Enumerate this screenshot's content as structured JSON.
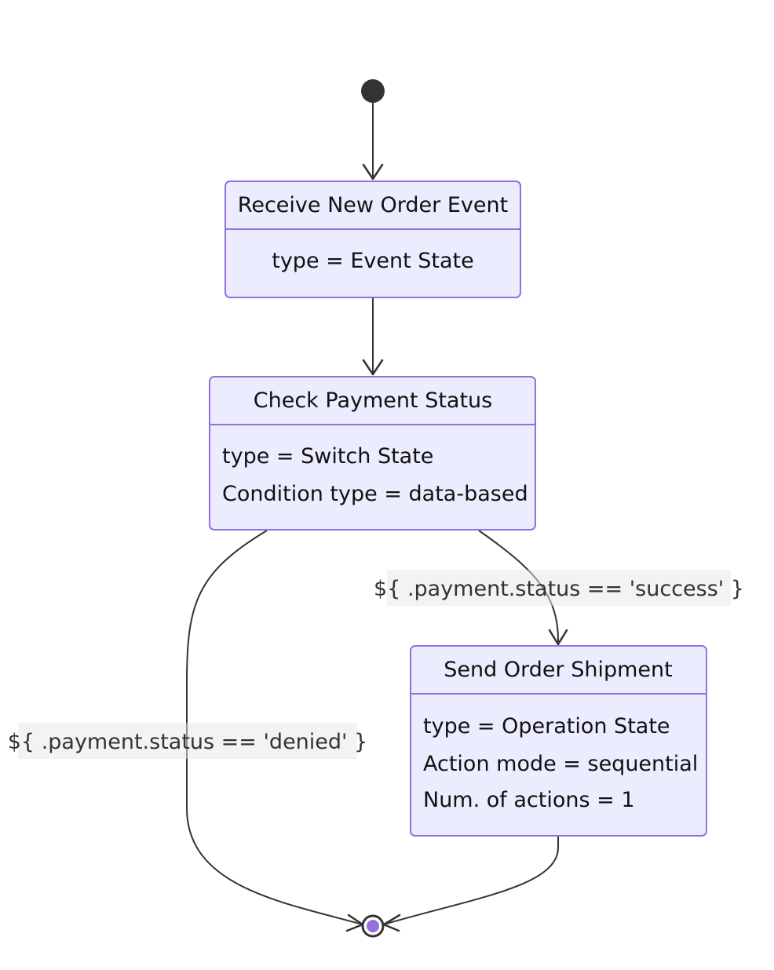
{
  "diagram": {
    "states": [
      {
        "title": "Receive New Order Event",
        "attributes": [
          "type = Event State"
        ]
      },
      {
        "title": "Check Payment Status",
        "attributes": [
          "type = Switch State",
          "Condition type = data-based"
        ]
      },
      {
        "title": "Send Order Shipment",
        "attributes": [
          "type = Operation State",
          "Action mode = sequential",
          "Num. of actions = 1"
        ]
      }
    ],
    "transitions": [
      {
        "label": "${ .payment.status == 'success' }"
      },
      {
        "label": "${ .payment.status == 'denied' }"
      }
    ],
    "colors": {
      "state_fill": "#ececff",
      "state_border": "#9370db",
      "edge": "#333333",
      "start_node": "#333333",
      "end_node_inner": "#9370db"
    }
  }
}
